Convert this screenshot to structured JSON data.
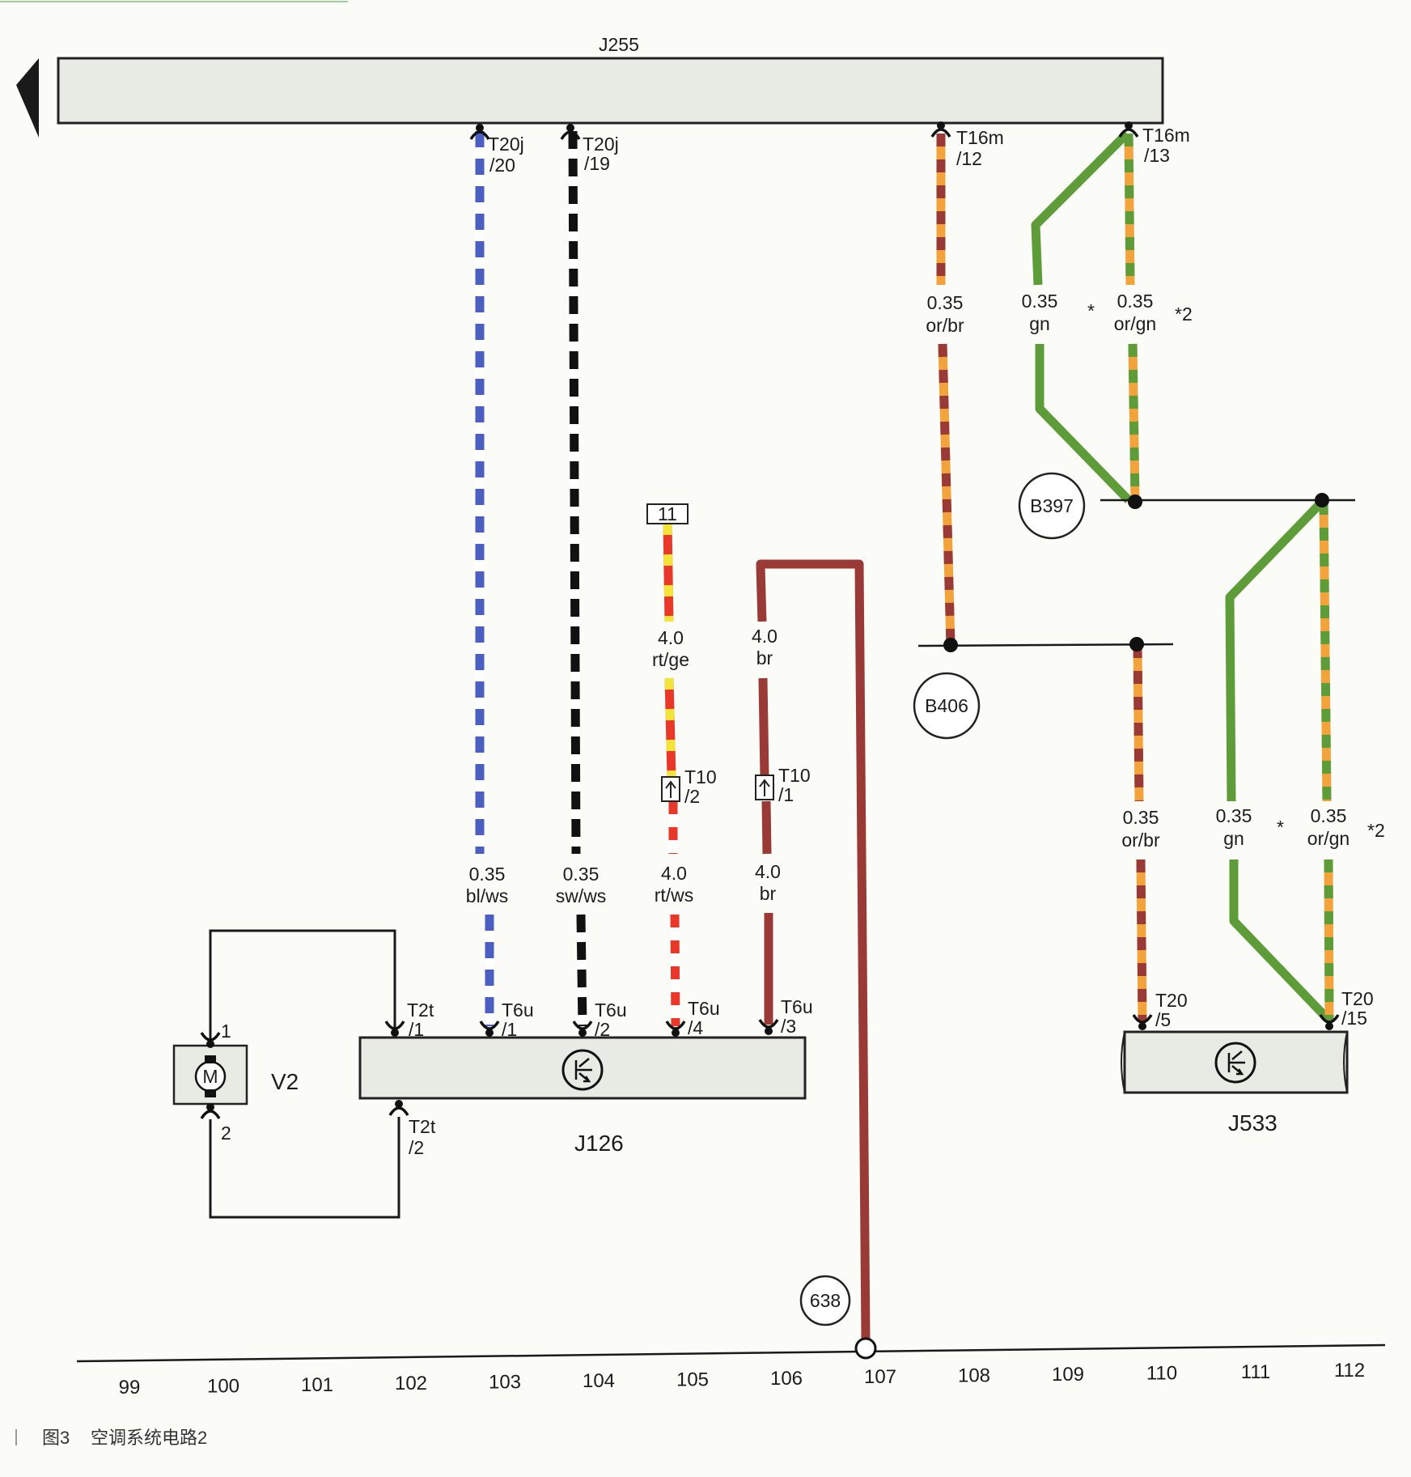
{
  "caption": {
    "figure": "图3",
    "title": "空调系统电路2"
  },
  "components": {
    "J255": "J255",
    "J126": "J126",
    "J533": "J533",
    "V2": "V2"
  },
  "grounds": {
    "B397": "B397",
    "B406": "B406",
    "g638": "638"
  },
  "fuse": "11",
  "track_numbers": [
    "99",
    "100",
    "101",
    "102",
    "103",
    "104",
    "105",
    "106",
    "107",
    "108",
    "109",
    "110",
    "111",
    "112"
  ],
  "connectors": {
    "t20j_20_a": "T20j",
    "t20j_20_b": "/20",
    "t20j_19_a": "T20j",
    "t20j_19_b": "/19",
    "t16m_12_a": "T16m",
    "t16m_12_b": "/12",
    "t16m_13_a": "T16m",
    "t16m_13_b": "/13",
    "t10_2_a": "T10",
    "t10_2_b": "/2",
    "t10_1_a": "T10",
    "t10_1_b": "/1",
    "t6u_1_a": "T6u",
    "t6u_1_b": "/1",
    "t6u_2_a": "T6u",
    "t6u_2_b": "/2",
    "t6u_4_a": "T6u",
    "t6u_4_b": "/4",
    "t6u_3_a": "T6u",
    "t6u_3_b": "/3",
    "t2t_1_a": "T2t",
    "t2t_1_b": "/1",
    "t2t_2_a": "T2t",
    "t2t_2_b": "/2",
    "t20_5_a": "T20",
    "t20_5_b": "/5",
    "t20_15_a": "T20",
    "t20_15_b": "/15",
    "v2_pin1": "1",
    "v2_pin2": "2",
    "motor": "M"
  },
  "wires": {
    "w103": {
      "size": "0.35",
      "color": "bl/ws"
    },
    "w104": {
      "size": "0.35",
      "color": "sw/ws"
    },
    "w105_top": {
      "size": "4.0",
      "color": "rt/ge"
    },
    "w105_bot": {
      "size": "4.0",
      "color": "rt/ws"
    },
    "w106_top": {
      "size": "4.0",
      "color": "br"
    },
    "w106_bot": {
      "size": "4.0",
      "color": "br"
    },
    "w108": {
      "size": "0.35",
      "color": "or/br"
    },
    "w109": {
      "size": "0.35",
      "color": "gn"
    },
    "w110": {
      "size": "0.35",
      "color": "or/gn"
    },
    "w110_low": {
      "size": "0.35",
      "color": "or/br"
    },
    "w111": {
      "size": "0.35",
      "color": "gn"
    },
    "w112": {
      "size": "0.35",
      "color": "or/gn"
    }
  },
  "notes": {
    "star_top": "*",
    "star2_top": "*2",
    "star_bot": "*",
    "star2_bot": "*2"
  },
  "wire_colors": {
    "blue": "#4a5fc0",
    "black": "#111111",
    "red": "#e8382a",
    "yellow": "#f2e43a",
    "brown": "#9a3a36",
    "orange": "#f3a33c",
    "green": "#5e9c3a",
    "white": "#ffffff"
  }
}
